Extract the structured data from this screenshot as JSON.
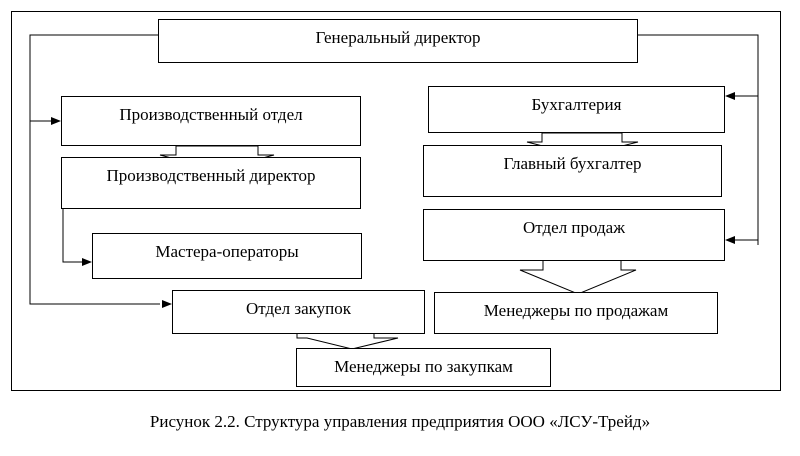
{
  "nodes": {
    "director": "Генеральный директор",
    "production_dept": "Производственный отдел",
    "production_director": "Производственный директор",
    "masters": "Мастера-операторы",
    "accounting": "Бухгалтерия",
    "chief_accountant": "Главный бухгалтер",
    "sales_dept": "Отдел продаж",
    "sales_managers": "Менеджеры по продажам",
    "purchasing_dept": "Отдел закупок",
    "purchasing_managers": "Менеджеры по закупкам"
  },
  "caption": "Рисунок 2.2. Структура управления предприятия ООО «ЛСУ-Трейд»"
}
